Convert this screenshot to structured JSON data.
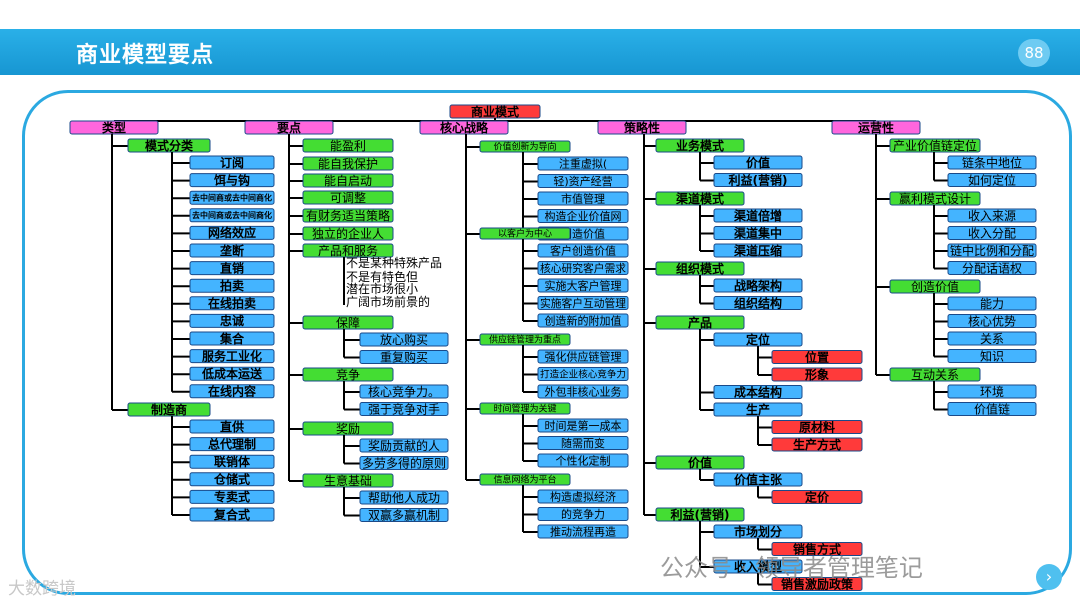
{
  "header": {
    "title": "商业模型要点",
    "page_number": "88"
  },
  "watermarks": {
    "wechat": "公众号 · 领导者管理笔记",
    "brand": "大数跨境"
  },
  "colors": {
    "root": "#ff3b3b",
    "category": "#ff5ad8",
    "green": "#33cc33",
    "blue": "#33aaff",
    "red": "#ff3333",
    "line": "#000000",
    "header": "#1e9fdb"
  },
  "diagram": {
    "root": {
      "label": "商业模式"
    },
    "columns": [
      {
        "label": "类型",
        "color": "pink",
        "groups": [
          {
            "label": "模式分类",
            "color": "green",
            "items": [
              "订阅",
              "饵与钩",
              "去中间商或去中间商化",
              "去中间商或去中间商化",
              "网络效应",
              "垄断",
              "直销",
              "拍卖",
              "在线拍卖",
              "忠诚",
              "集合",
              "服务工业化",
              "低成本运送",
              "在线内容"
            ]
          },
          {
            "label": "制造商",
            "color": "green",
            "items": [
              "直供",
              "总代理制",
              "联销体",
              "仓储式",
              "专卖式",
              "复合式"
            ]
          }
        ]
      },
      {
        "label": "要点",
        "color": "pink",
        "groups": [
          {
            "label": "能盈利",
            "color": "green",
            "items": []
          },
          {
            "label": "能自我保护",
            "color": "green",
            "items": []
          },
          {
            "label": "能自启动",
            "color": "green",
            "items": []
          },
          {
            "label": "可调整",
            "color": "green",
            "items": []
          },
          {
            "label": "有财务适当策略",
            "color": "green",
            "items": []
          },
          {
            "label": "独立的企业人",
            "color": "green",
            "items": []
          },
          {
            "label": "产品和服务",
            "color": "green",
            "items": [
              "不是某种特殊产品",
              "不是有特色但",
              "潜在市场很小",
              "广阔市场前景的"
            ]
          },
          {
            "label": "保障",
            "color": "green",
            "items": [
              "放心购买",
              "重复购买"
            ]
          },
          {
            "label": "竞争",
            "color": "green",
            "items": [
              "核心竞争力。",
              "强于竞争对手"
            ]
          },
          {
            "label": "奖励",
            "color": "green",
            "items": [
              "奖励贡献的人",
              "多劳多得的原则"
            ]
          },
          {
            "label": "生意基础",
            "color": "green",
            "items": [
              "帮助他人成功",
              "双赢多赢机制"
            ]
          }
        ]
      },
      {
        "label": "核心战略",
        "color": "pink",
        "groups": [
          {
            "label": "价值创新为导向",
            "color": "green",
            "items": [
              "注重虚拟(",
              "轻)资产经营",
              "市值管理",
              "构造企业价值网",
              "创造价值"
            ]
          },
          {
            "label": "以客户为中心",
            "color": "green",
            "items": [
              "客户创造价值",
              "核心研究客户需求",
              "实施大客户管理",
              "实施客户互动管理",
              "创造新的附加值"
            ]
          },
          {
            "label": "供应链管理为重点",
            "color": "green",
            "items": [
              "强化供应链管理",
              "打造企业核心竞争力",
              "外包非核心业务"
            ]
          },
          {
            "label": "时间管理为关键",
            "color": "green",
            "items": [
              "时间是第一成本",
              "随需而变",
              "个性化定制"
            ]
          },
          {
            "label": "信息网络为平台",
            "color": "green",
            "items": [
              "构造虚拟经济",
              "的竞争力",
              "推动流程再造"
            ]
          }
        ]
      },
      {
        "label": "策略性",
        "color": "pink",
        "groups": [
          {
            "label": "业务模式",
            "color": "green",
            "items": [
              {
                "label": "价值",
                "children": []
              },
              {
                "label": "利益(营销)",
                "children": []
              }
            ]
          },
          {
            "label": "渠道模式",
            "color": "green",
            "items": [
              {
                "label": "渠道倍增",
                "children": []
              },
              {
                "label": "渠道集中",
                "children": []
              },
              {
                "label": "渠道压缩",
                "children": []
              }
            ]
          },
          {
            "label": "组织模式",
            "color": "green",
            "items": [
              {
                "label": "战略架构",
                "children": []
              },
              {
                "label": "组织结构",
                "children": []
              }
            ]
          },
          {
            "label": "产品",
            "color": "green",
            "items": [
              {
                "label": "定位",
                "children": [
                  "位置",
                  "形象"
                ]
              },
              {
                "label": "成本结构",
                "children": []
              },
              {
                "label": "生产",
                "children": [
                  "原材料",
                  "生产方式"
                ]
              }
            ]
          },
          {
            "label": "价值",
            "color": "green",
            "items": [
              {
                "label": "价值主张",
                "children": [
                  "定价"
                ]
              }
            ]
          },
          {
            "label": "利益(营销)",
            "color": "green",
            "items": [
              {
                "label": "市场划分",
                "children": [
                  "销售方式"
                ]
              },
              {
                "label": "收入模型",
                "children": [
                  "销售激励政策"
                ]
              }
            ]
          }
        ]
      },
      {
        "label": "运营性",
        "color": "pink",
        "groups": [
          {
            "label": "产业价值链定位",
            "color": "green",
            "items": [
              "链条中地位",
              "如何定位"
            ]
          },
          {
            "label": "赢利模式设计",
            "color": "green",
            "items": [
              "收入来源",
              "收入分配",
              "链中比例和分配",
              "分配话语权"
            ]
          },
          {
            "label": "创造价值",
            "color": "green",
            "items": [
              "能力",
              "核心优势",
              "关系",
              "知识"
            ]
          },
          {
            "label": "互动关系",
            "color": "green",
            "items": [
              "环境",
              "价值链"
            ]
          }
        ]
      }
    ]
  }
}
